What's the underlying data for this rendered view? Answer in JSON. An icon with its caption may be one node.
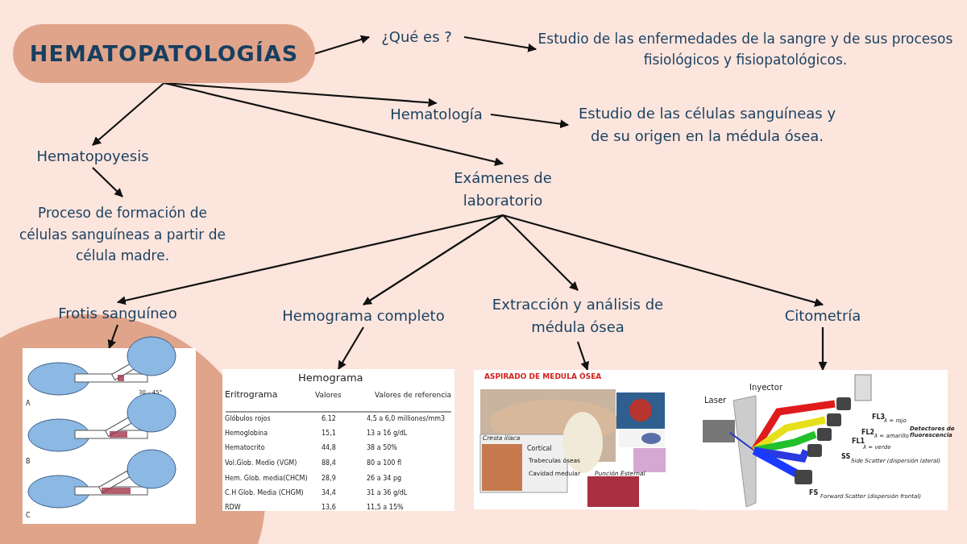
{
  "diagram": {
    "nodes": [
      {
        "text": [
          "HEMATOPATOLOGÍAS"
        ]
      },
      {
        "text": [
          "¿Qué es ?"
        ]
      },
      {
        "text": [
          "Estudio de las enfermedades de la sangre y de sus procesos fisiológicos y fisiopatológicos."
        ]
      },
      {
        "text": [
          "Hematología"
        ]
      },
      {
        "text": [
          "Estudio de las células sanguíneas y de su origen en la médula ósea."
        ]
      },
      {
        "text": [
          "Hematopoyesis"
        ]
      },
      {
        "text": [
          "Proceso de formación de células sanguíneas a partir de célula madre."
        ]
      },
      {
        "text": [
          "Exámenes de laboratorio"
        ]
      },
      {
        "text": [
          "Frotis sanguíneo"
        ]
      },
      {
        "text": [
          "Hemograma completo"
        ]
      },
      {
        "text": [
          "Extracción y análisis de médula ósea"
        ]
      },
      {
        "text": [
          "Citometría"
        ]
      },
      {
        "text": [],
        "shape": "picture"
      },
      {
        "text": [],
        "shape": "picture"
      },
      {
        "text": [],
        "shape": "picture"
      },
      {
        "text": [],
        "shape": "picture"
      }
    ],
    "edges": [
      {
        "from": 0,
        "to": 1,
        "arrow": "to"
      },
      {
        "from": 1,
        "to": 2,
        "arrow": "to"
      },
      {
        "from": 0,
        "to": 3,
        "arrow": "to"
      },
      {
        "from": 3,
        "to": 4,
        "arrow": "to"
      },
      {
        "from": 0,
        "to": 5,
        "arrow": "to"
      },
      {
        "from": 5,
        "to": 6,
        "arrow": "to"
      },
      {
        "from": 0,
        "to": 7,
        "arrow": "to"
      },
      {
        "from": 7,
        "to": 8,
        "arrow": "to"
      },
      {
        "from": 7,
        "to": 9,
        "arrow": "to"
      },
      {
        "from": 7,
        "to": 10,
        "arrow": "to"
      },
      {
        "from": 7,
        "to": 11,
        "arrow": "to"
      },
      {
        "from": 8,
        "to": 12,
        "arrow": "to"
      },
      {
        "from": 9,
        "to": 13,
        "arrow": "to"
      },
      {
        "from": 10,
        "to": 14,
        "arrow": "to"
      },
      {
        "from": 11,
        "to": 15,
        "arrow": "to"
      }
    ],
    "labels": [
      "A",
      "30 – 45°",
      "B",
      "C",
      "Hemograma",
      "Eritrograma",
      "Valores",
      "Valores de referencia",
      "Glóbulos rojos",
      "6.12",
      "4,5 a 6,0 milliones/mm3",
      "Hemoglobina",
      "15,1",
      "13 a 16 g/dL",
      "Hematocrito",
      "44,8",
      "38 a 50%",
      "Vol.Glob. Medio (VGM)",
      "88,4",
      "80 a 100 fl",
      "Hem. Glob. media(CHCM)",
      "28,9",
      "26 a 34 pg",
      "C.H Glob. Media (CHGM)",
      "34,4",
      "31 a 36 g/dL",
      "RDW",
      "13,6",
      "11,5 a 15%",
      "ASPIRADO DE MEDULA ÓSEA",
      "Cresta ilíaca",
      "Cortical",
      "Trabeculas óseas",
      "Cavidad medular",
      "Punción Esternal",
      "Inyector",
      "Laser",
      "FL3",
      "λ = rojo",
      "Detectores de fluorescencia",
      "FL2",
      "λ = amarillo",
      "FL1",
      "λ = verde",
      "SS",
      "Side Scatter (dispersión lateral)",
      "FS",
      "Forward Scatter (dispersión frontal)"
    ]
  }
}
